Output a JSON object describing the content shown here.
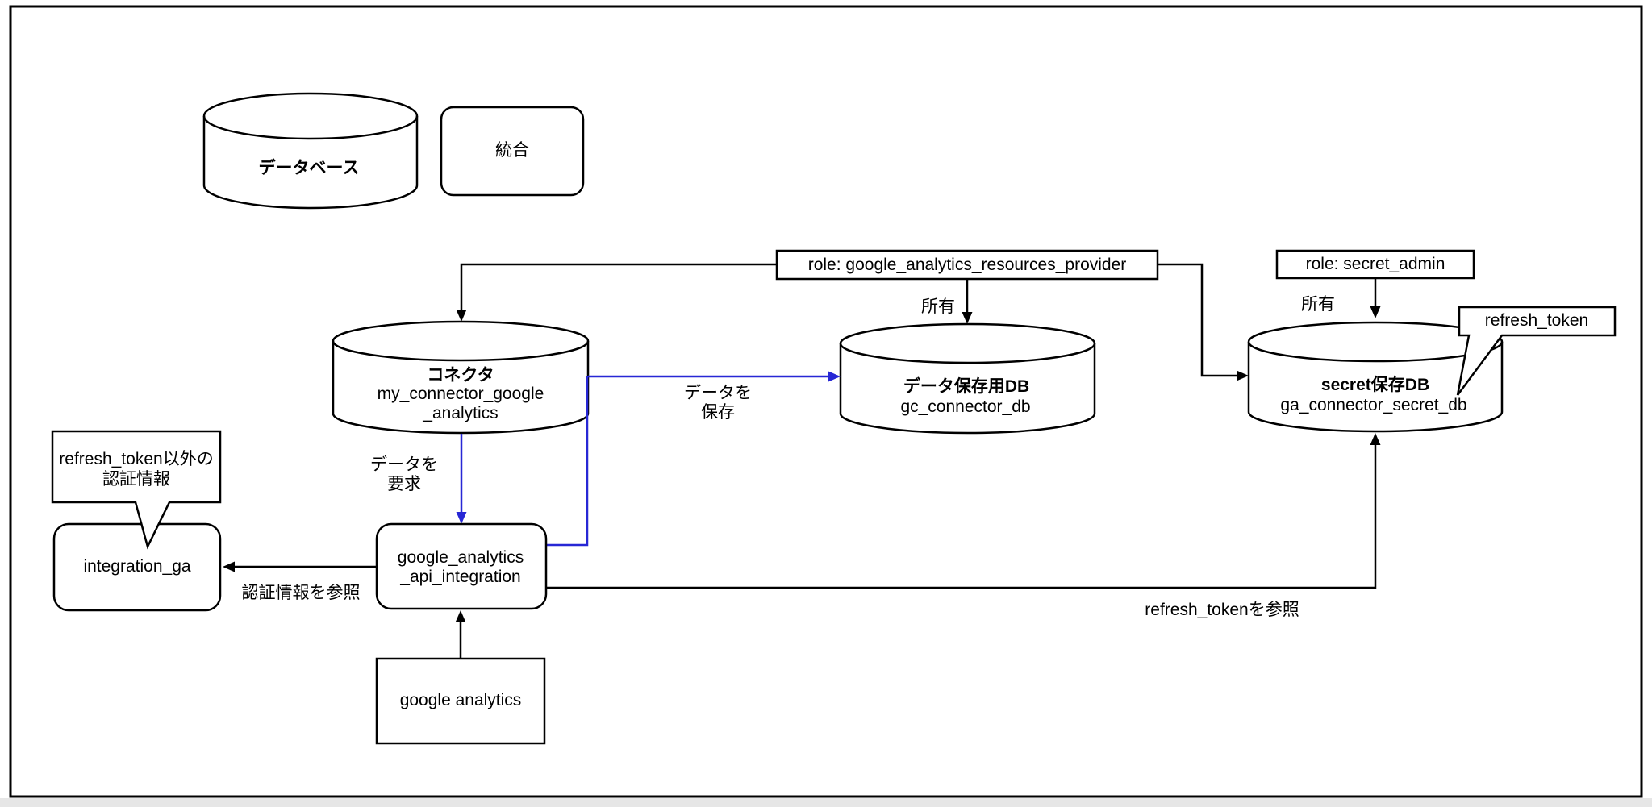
{
  "diagram": {
    "legend": {
      "database": {
        "label": "データベース"
      },
      "integration": {
        "label": "統合"
      }
    },
    "roles": {
      "resources_provider": {
        "label": "role: google_analytics_resources_provider"
      },
      "secret_admin": {
        "label": "role: secret_admin"
      }
    },
    "nodes": {
      "connector": {
        "title": "コネクタ",
        "subtitle": "my_connector_google\n_analytics"
      },
      "data_db": {
        "title": "データ保存用DB",
        "subtitle": "gc_connector_db"
      },
      "secret_db": {
        "title": "secret保存DB",
        "subtitle": "ga_connector_secret_db"
      },
      "integration_ga": {
        "label": "integration_ga"
      },
      "api_integration": {
        "label": "google_analytics\n_api_integration"
      },
      "google_analytics": {
        "label": "google analytics"
      }
    },
    "callouts": {
      "non_refresh_token": {
        "label": "refresh_token以外の\n認証情報"
      },
      "refresh_token": {
        "label": "refresh_token"
      }
    },
    "edge_labels": {
      "own_middle": "所有",
      "own_right": "所有",
      "save_data": "データを\n保存",
      "request_data": "データを\n要求",
      "ref_credentials": "認証情報を参照",
      "ref_refresh_token": "refresh_tokenを参照"
    },
    "colors": {
      "line": "#000000",
      "accent_blue": "#2727d5",
      "background": "#ffffff"
    }
  }
}
